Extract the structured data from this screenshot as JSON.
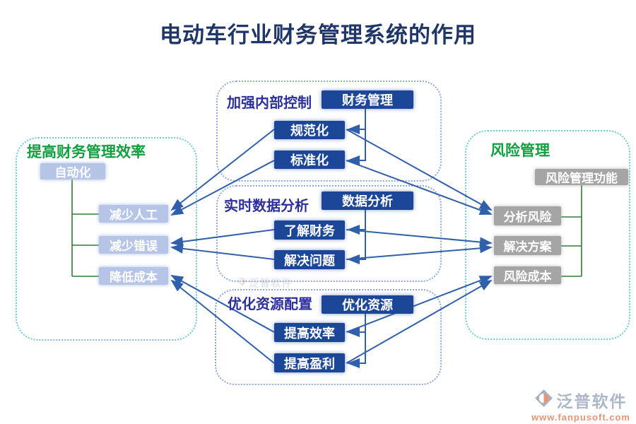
{
  "title": "电动车行业财务管理系统的作用",
  "panels": {
    "internal_control": {
      "label": "加强内部控制",
      "header": "财务管理",
      "items": [
        "规范化",
        "标准化"
      ]
    },
    "data_analysis": {
      "label": "实时数据分析",
      "header": "数据分析",
      "items": [
        "了解财务",
        "解决问题"
      ]
    },
    "resource_allocation": {
      "label": "优化资源配置",
      "header": "优化资源",
      "items": [
        "提高效率",
        "提高盈利"
      ]
    },
    "efficiency": {
      "label": "提高财务管理效率",
      "header": "自动化",
      "items": [
        "减少人工",
        "减少错误",
        "降低成本"
      ]
    },
    "risk": {
      "label": "风险管理",
      "header": "风险管理功能",
      "items": [
        "分析风险",
        "解决方案",
        "风险成本"
      ]
    }
  },
  "watermark": {
    "brand": "泛普软件",
    "url": "www.fanpusoft.com",
    "icon": "fanpu-logo-icon"
  },
  "colors": {
    "title": "#1e3668",
    "center_label": "#2c2f9c",
    "side_label": "#119f3f",
    "navy_box": "#1c4697",
    "light_box": "#b6c5e7",
    "gray_box": "#a5a5a5",
    "arrow_blue": "#3060ab",
    "tree_green": "#2e7c33",
    "panel_border_center": "#8ea8da",
    "panel_border_side": "#6cc9da"
  }
}
